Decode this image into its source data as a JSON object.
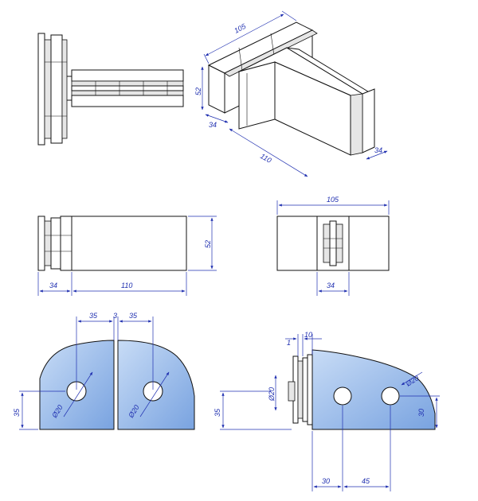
{
  "colors": {
    "line": "#111111",
    "dimension": "#1f2fb0",
    "glass_light": "#c8dcf6",
    "glass_dark": "#79a3e0",
    "background": "#ffffff"
  },
  "views": {
    "isometric": {
      "dims": {
        "length": "105",
        "height": "52",
        "depth_left": "34",
        "arm": "110",
        "depth_right": "34"
      }
    },
    "side": {
      "dims": {
        "height": "52",
        "base": "34",
        "arm": "110"
      }
    },
    "front": {
      "dims": {
        "width": "105",
        "base": "34"
      }
    },
    "glass_front": {
      "dims": {
        "left_offset": "35",
        "gap": "3",
        "right_offset": "35",
        "height": "35",
        "hole_left": "Ø20",
        "hole_right": "Ø20"
      }
    },
    "glass_side": {
      "dims": {
        "top_gap": "1",
        "top_width": "10",
        "clamp_hole": "Ø20",
        "height": "35",
        "hole": "Ø20",
        "vertical": "30",
        "edge": "30",
        "spacing": "45"
      }
    }
  }
}
